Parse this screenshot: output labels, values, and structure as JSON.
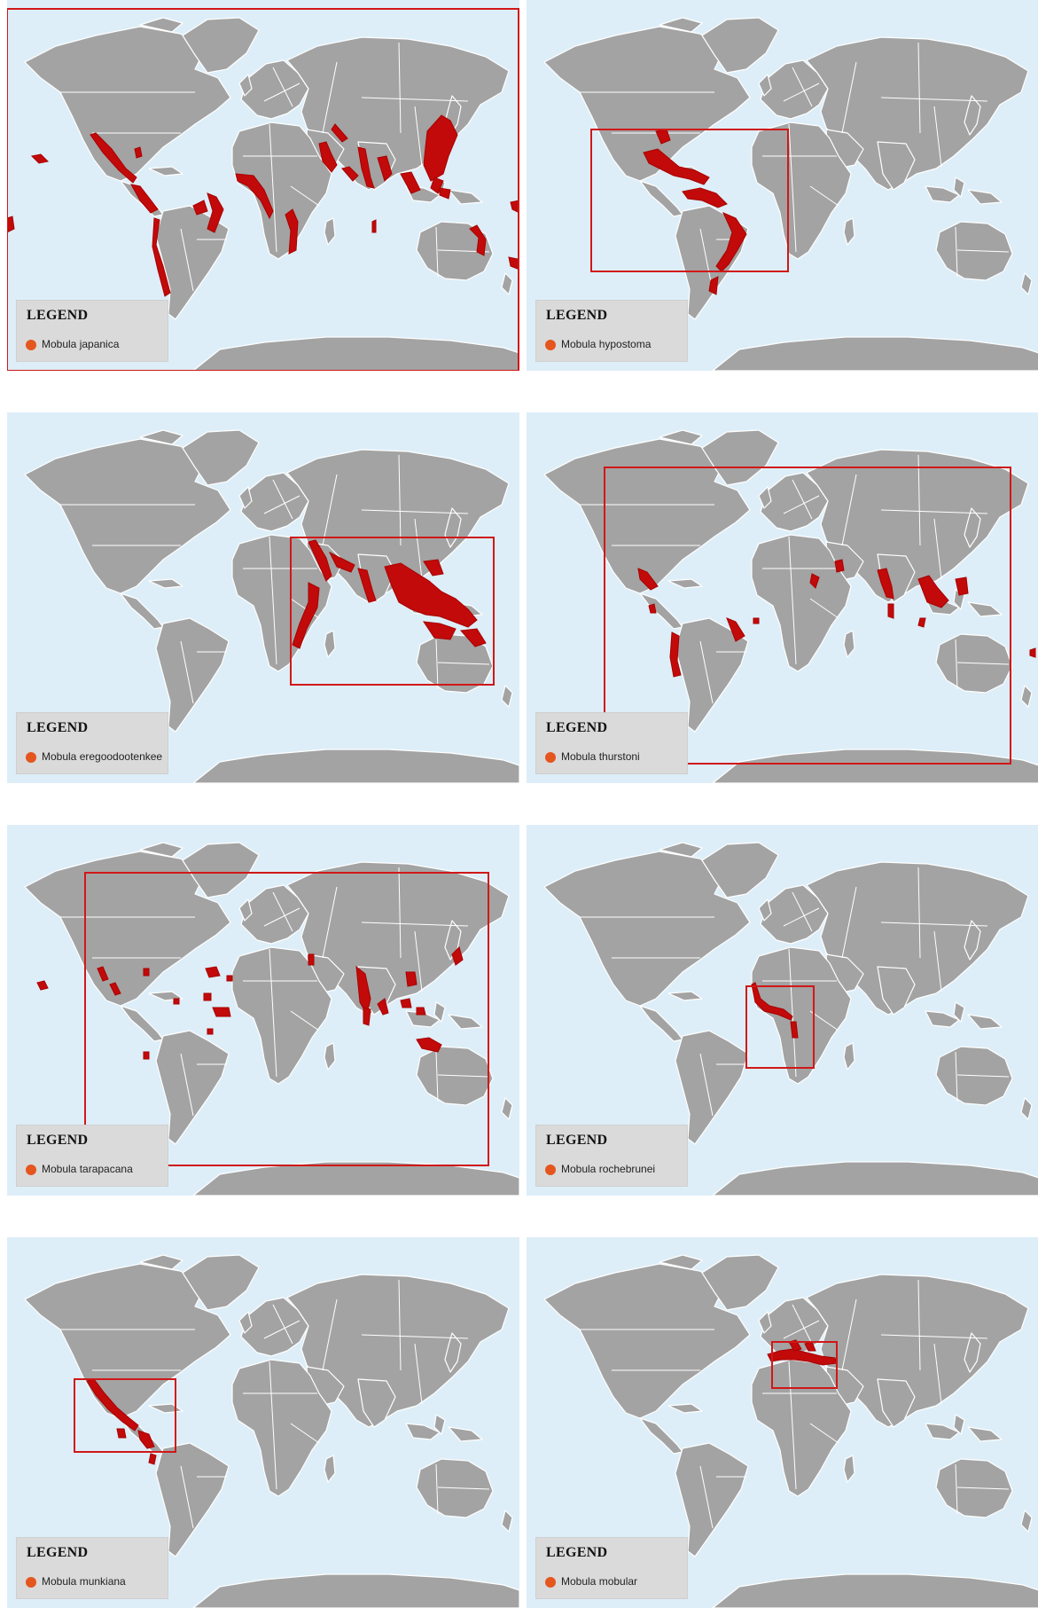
{
  "legend_title": "LEGEND",
  "colors": {
    "ocean": "#ddeef8",
    "land": "#a3a3a3",
    "range": "#c20a0a",
    "bbox": "#d01818",
    "legend_dot": "#e4561e"
  },
  "maps": [
    {
      "species": "Mobula japanica",
      "legend_label": "Mobula japanica"
    },
    {
      "species": "Mobula hypostoma",
      "legend_label": "Mobula hypostoma"
    },
    {
      "species": "Mobula eregoodootenkee",
      "legend_label": "Mobula eregoodootenkee"
    },
    {
      "species": "Mobula thurstoni",
      "legend_label": "Mobula thurstoni"
    },
    {
      "species": "Mobula tarapacana",
      "legend_label": "Mobula tarapacana"
    },
    {
      "species": "Mobula rochebrunei",
      "legend_label": "Mobula rochebrunei"
    },
    {
      "species": "Mobula munkiana",
      "legend_label": "Mobula munkiana"
    },
    {
      "species": "Mobula mobular",
      "legend_label": "Mobula mobular"
    }
  ]
}
